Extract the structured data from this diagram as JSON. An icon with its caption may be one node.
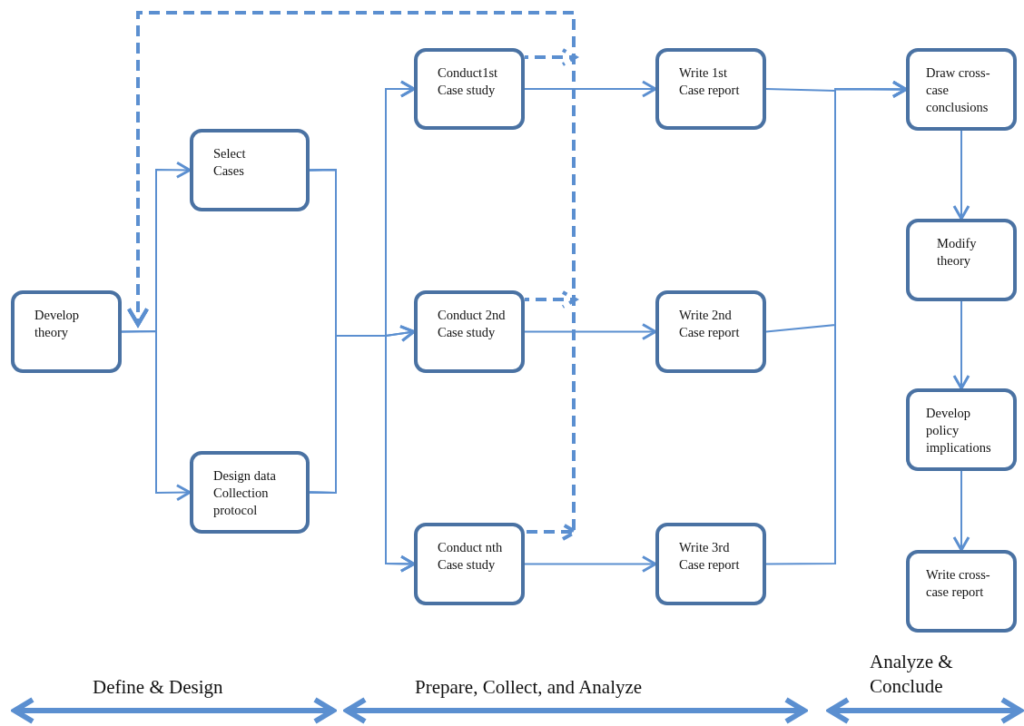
{
  "diagram": {
    "nodes": [
      {
        "text": [
          "Develop theory"
        ]
      },
      {
        "text": [
          "Select Cases"
        ]
      },
      {
        "text": [
          "Design data Collection protocol"
        ]
      },
      {
        "text": [
          "Conduct1st Case study"
        ]
      },
      {
        "text": [
          "Conduct 2nd Case study"
        ]
      },
      {
        "text": [
          "Conduct nth Case study"
        ]
      },
      {
        "text": [
          "Write 1st Case report"
        ]
      },
      {
        "text": [
          "Write 2nd Case report"
        ]
      },
      {
        "text": [
          "Write 3rd Case report"
        ]
      },
      {
        "text": [
          "Draw cross-case conclusions"
        ]
      },
      {
        "text": [
          "Modify theory"
        ]
      },
      {
        "text": [
          "Develop policy implications"
        ]
      },
      {
        "text": [
          "Write cross-case report"
        ]
      }
    ],
    "edges": [
      {
        "from": 0,
        "to": 1,
        "arrow": "to"
      },
      {
        "from": 0,
        "to": 2,
        "arrow": "to"
      },
      {
        "from": 1,
        "to": 3,
        "arrow": "to"
      },
      {
        "from": 1,
        "to": 4,
        "arrow": "to"
      },
      {
        "from": 1,
        "to": 5,
        "arrow": "to"
      },
      {
        "from": 2,
        "to": 3,
        "arrow": "to"
      },
      {
        "from": 2,
        "to": 4,
        "arrow": "to"
      },
      {
        "from": 2,
        "to": 5,
        "arrow": "to"
      },
      {
        "from": 3,
        "to": 6,
        "arrow": "to"
      },
      {
        "from": 4,
        "to": 7,
        "arrow": "to"
      },
      {
        "from": 5,
        "to": 8,
        "arrow": "to"
      },
      {
        "from": 6,
        "to": 9,
        "arrow": "to"
      },
      {
        "from": 7,
        "to": 9,
        "arrow": "to"
      },
      {
        "from": 8,
        "to": 9,
        "arrow": "to"
      },
      {
        "from": 9,
        "to": 10,
        "arrow": "to"
      },
      {
        "from": 10,
        "to": 11,
        "arrow": "to"
      },
      {
        "from": 11,
        "to": 12,
        "arrow": "to"
      },
      {
        "from": 3,
        "to": 0,
        "arrow": "to",
        "style": "dashed"
      },
      {
        "from": 4,
        "to": 0,
        "arrow": "to",
        "style": "dashed"
      },
      {
        "from": 5,
        "to": 0,
        "arrow": "to",
        "style": "dashed"
      }
    ],
    "labels": [
      "Define & Design",
      "Prepare, Collect, and Analyze",
      "Analyze & Conclude"
    ]
  }
}
